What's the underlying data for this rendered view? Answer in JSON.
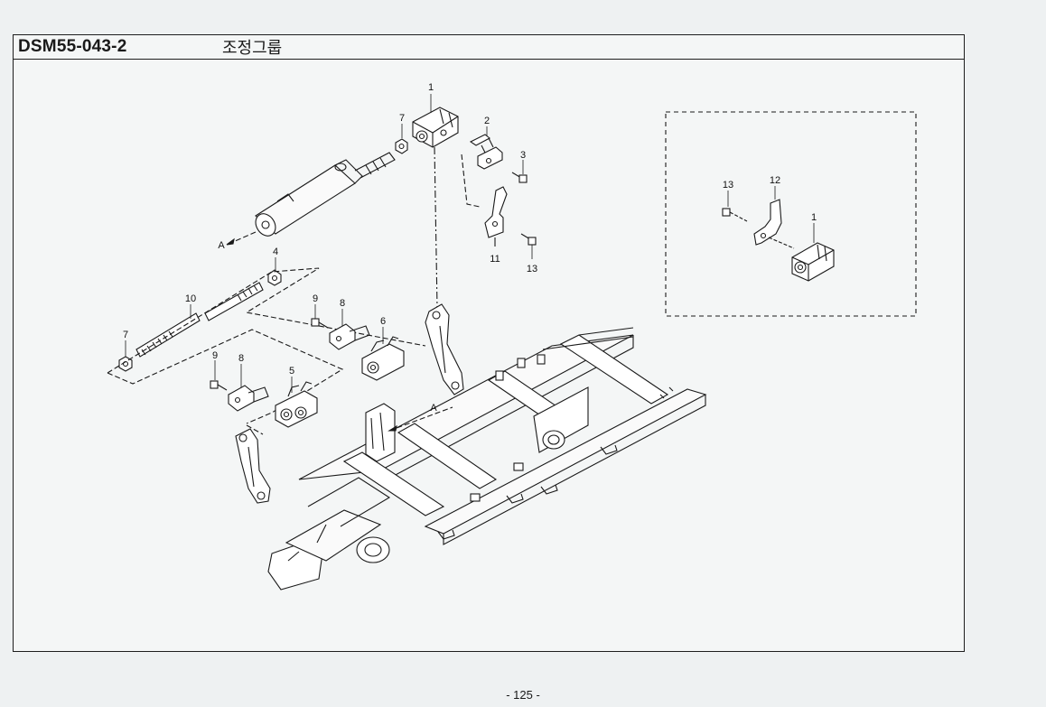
{
  "header": {
    "code": "DSM55-043-2",
    "title": "조정그룹"
  },
  "callouts": [
    {
      "id": "c1",
      "label": "1"
    },
    {
      "id": "c2",
      "label": "2"
    },
    {
      "id": "c3",
      "label": "3"
    },
    {
      "id": "c4",
      "label": "4"
    },
    {
      "id": "c5",
      "label": "5"
    },
    {
      "id": "c6",
      "label": "6"
    },
    {
      "id": "c7a",
      "label": "7"
    },
    {
      "id": "c7b",
      "label": "7"
    },
    {
      "id": "c8a",
      "label": "8"
    },
    {
      "id": "c8b",
      "label": "8"
    },
    {
      "id": "c9a",
      "label": "9"
    },
    {
      "id": "c9b",
      "label": "9"
    },
    {
      "id": "c10",
      "label": "10"
    },
    {
      "id": "c11",
      "label": "11"
    },
    {
      "id": "c13a",
      "label": "13"
    },
    {
      "id": "c13b",
      "label": "13"
    },
    {
      "id": "c12",
      "label": "12"
    },
    {
      "id": "c1b",
      "label": "1"
    }
  ],
  "view_markers": [
    {
      "id": "a1",
      "label": "A"
    },
    {
      "id": "a2",
      "label": "A"
    }
  ],
  "page_number": "- 125 -"
}
